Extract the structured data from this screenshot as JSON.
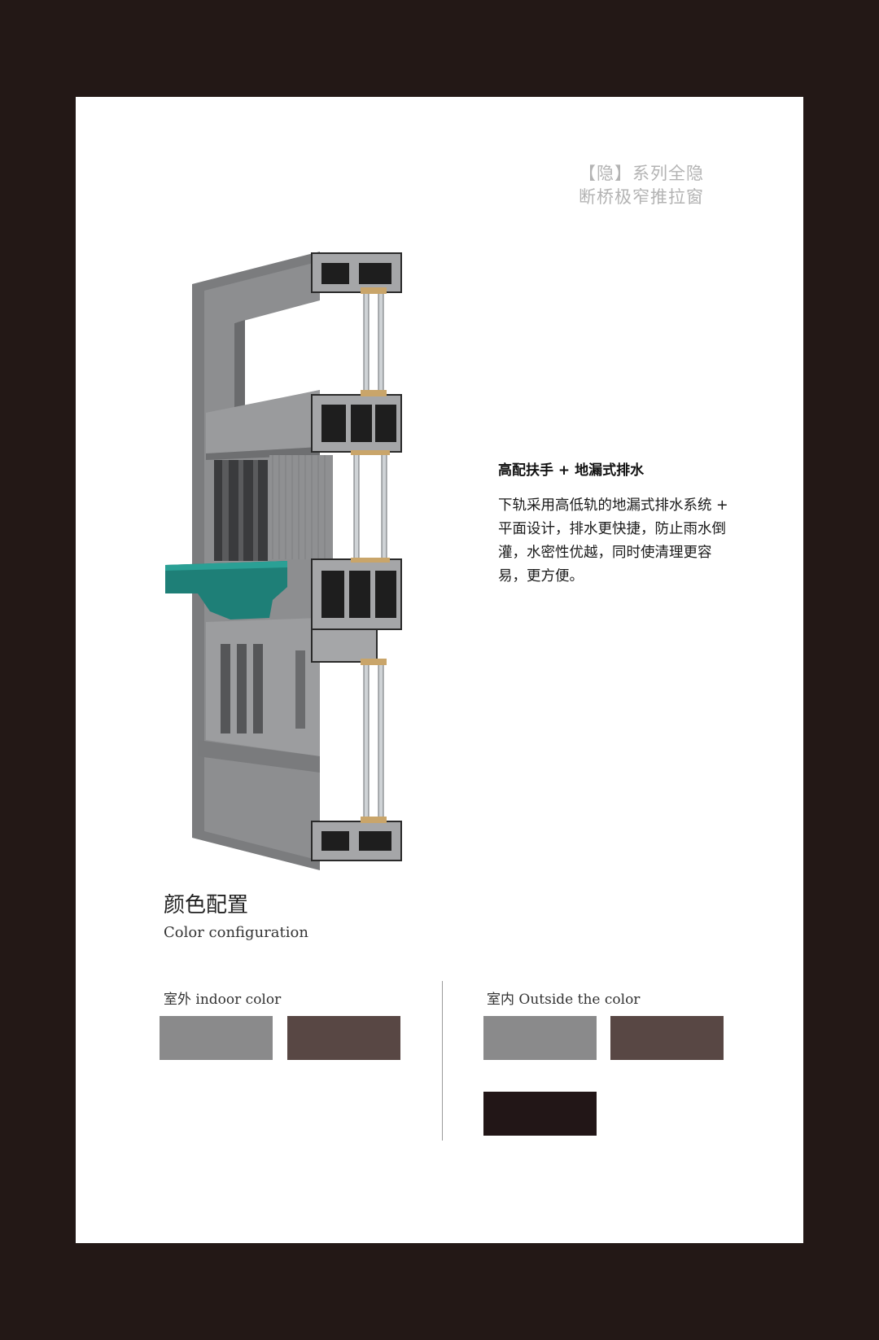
{
  "header": {
    "series_line1": "【隐】系列全隐",
    "series_line2": "断桥极窄推拉窗"
  },
  "feature": {
    "title": "高配扶手 + 地漏式排水",
    "description": "下轨采用高低轨的地漏式排水系统 + 平面设计，排水更快捷，防止雨水倒灌，水密性优越，同时使清理更容易，更方便。"
  },
  "colors": {
    "title": "颜色配置",
    "subtitle": "Color configuration",
    "exterior": {
      "label": "室外 indoor color",
      "swatches": [
        "#8a8a8b",
        "#584744"
      ]
    },
    "interior": {
      "label": "室内 Outside the color",
      "swatches": [
        "#8a8a8b",
        "#584744",
        "#221617"
      ]
    }
  }
}
